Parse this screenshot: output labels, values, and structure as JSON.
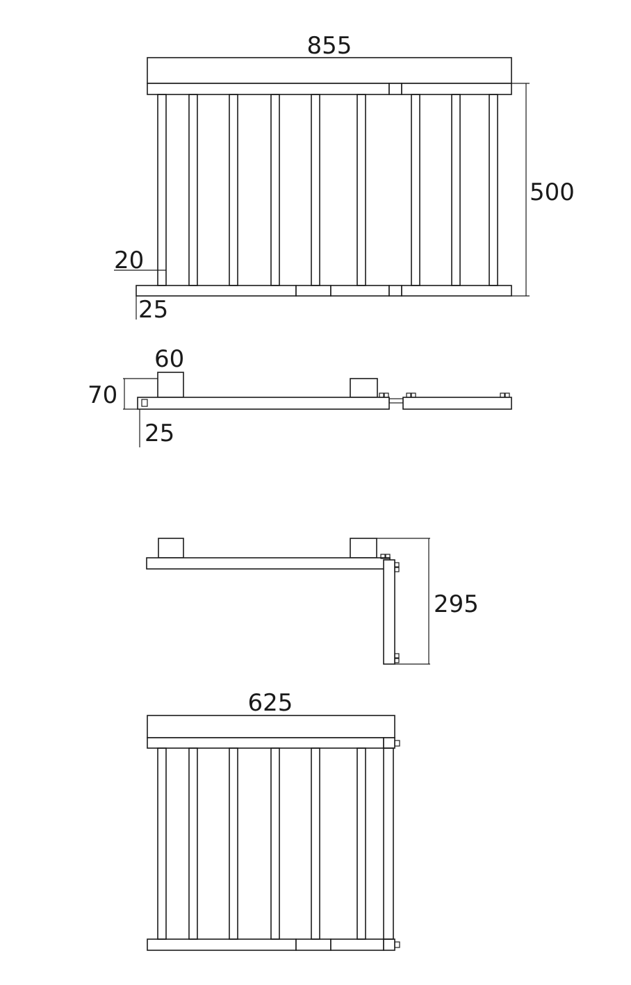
{
  "views": {
    "front_view": {
      "width_label": "855",
      "height_label": "500",
      "bar_width_label": "20",
      "base_offset_label": "25"
    },
    "top_view": {
      "bracket_width_label": "60",
      "bracket_height_label": "70",
      "base_thickness_label": "25"
    },
    "folded_side_view": {
      "folded_depth_label": "295"
    },
    "folded_front_view": {
      "width_label": "625"
    }
  },
  "colors": {
    "line": "#1a1a1a",
    "background": "#ffffff"
  }
}
